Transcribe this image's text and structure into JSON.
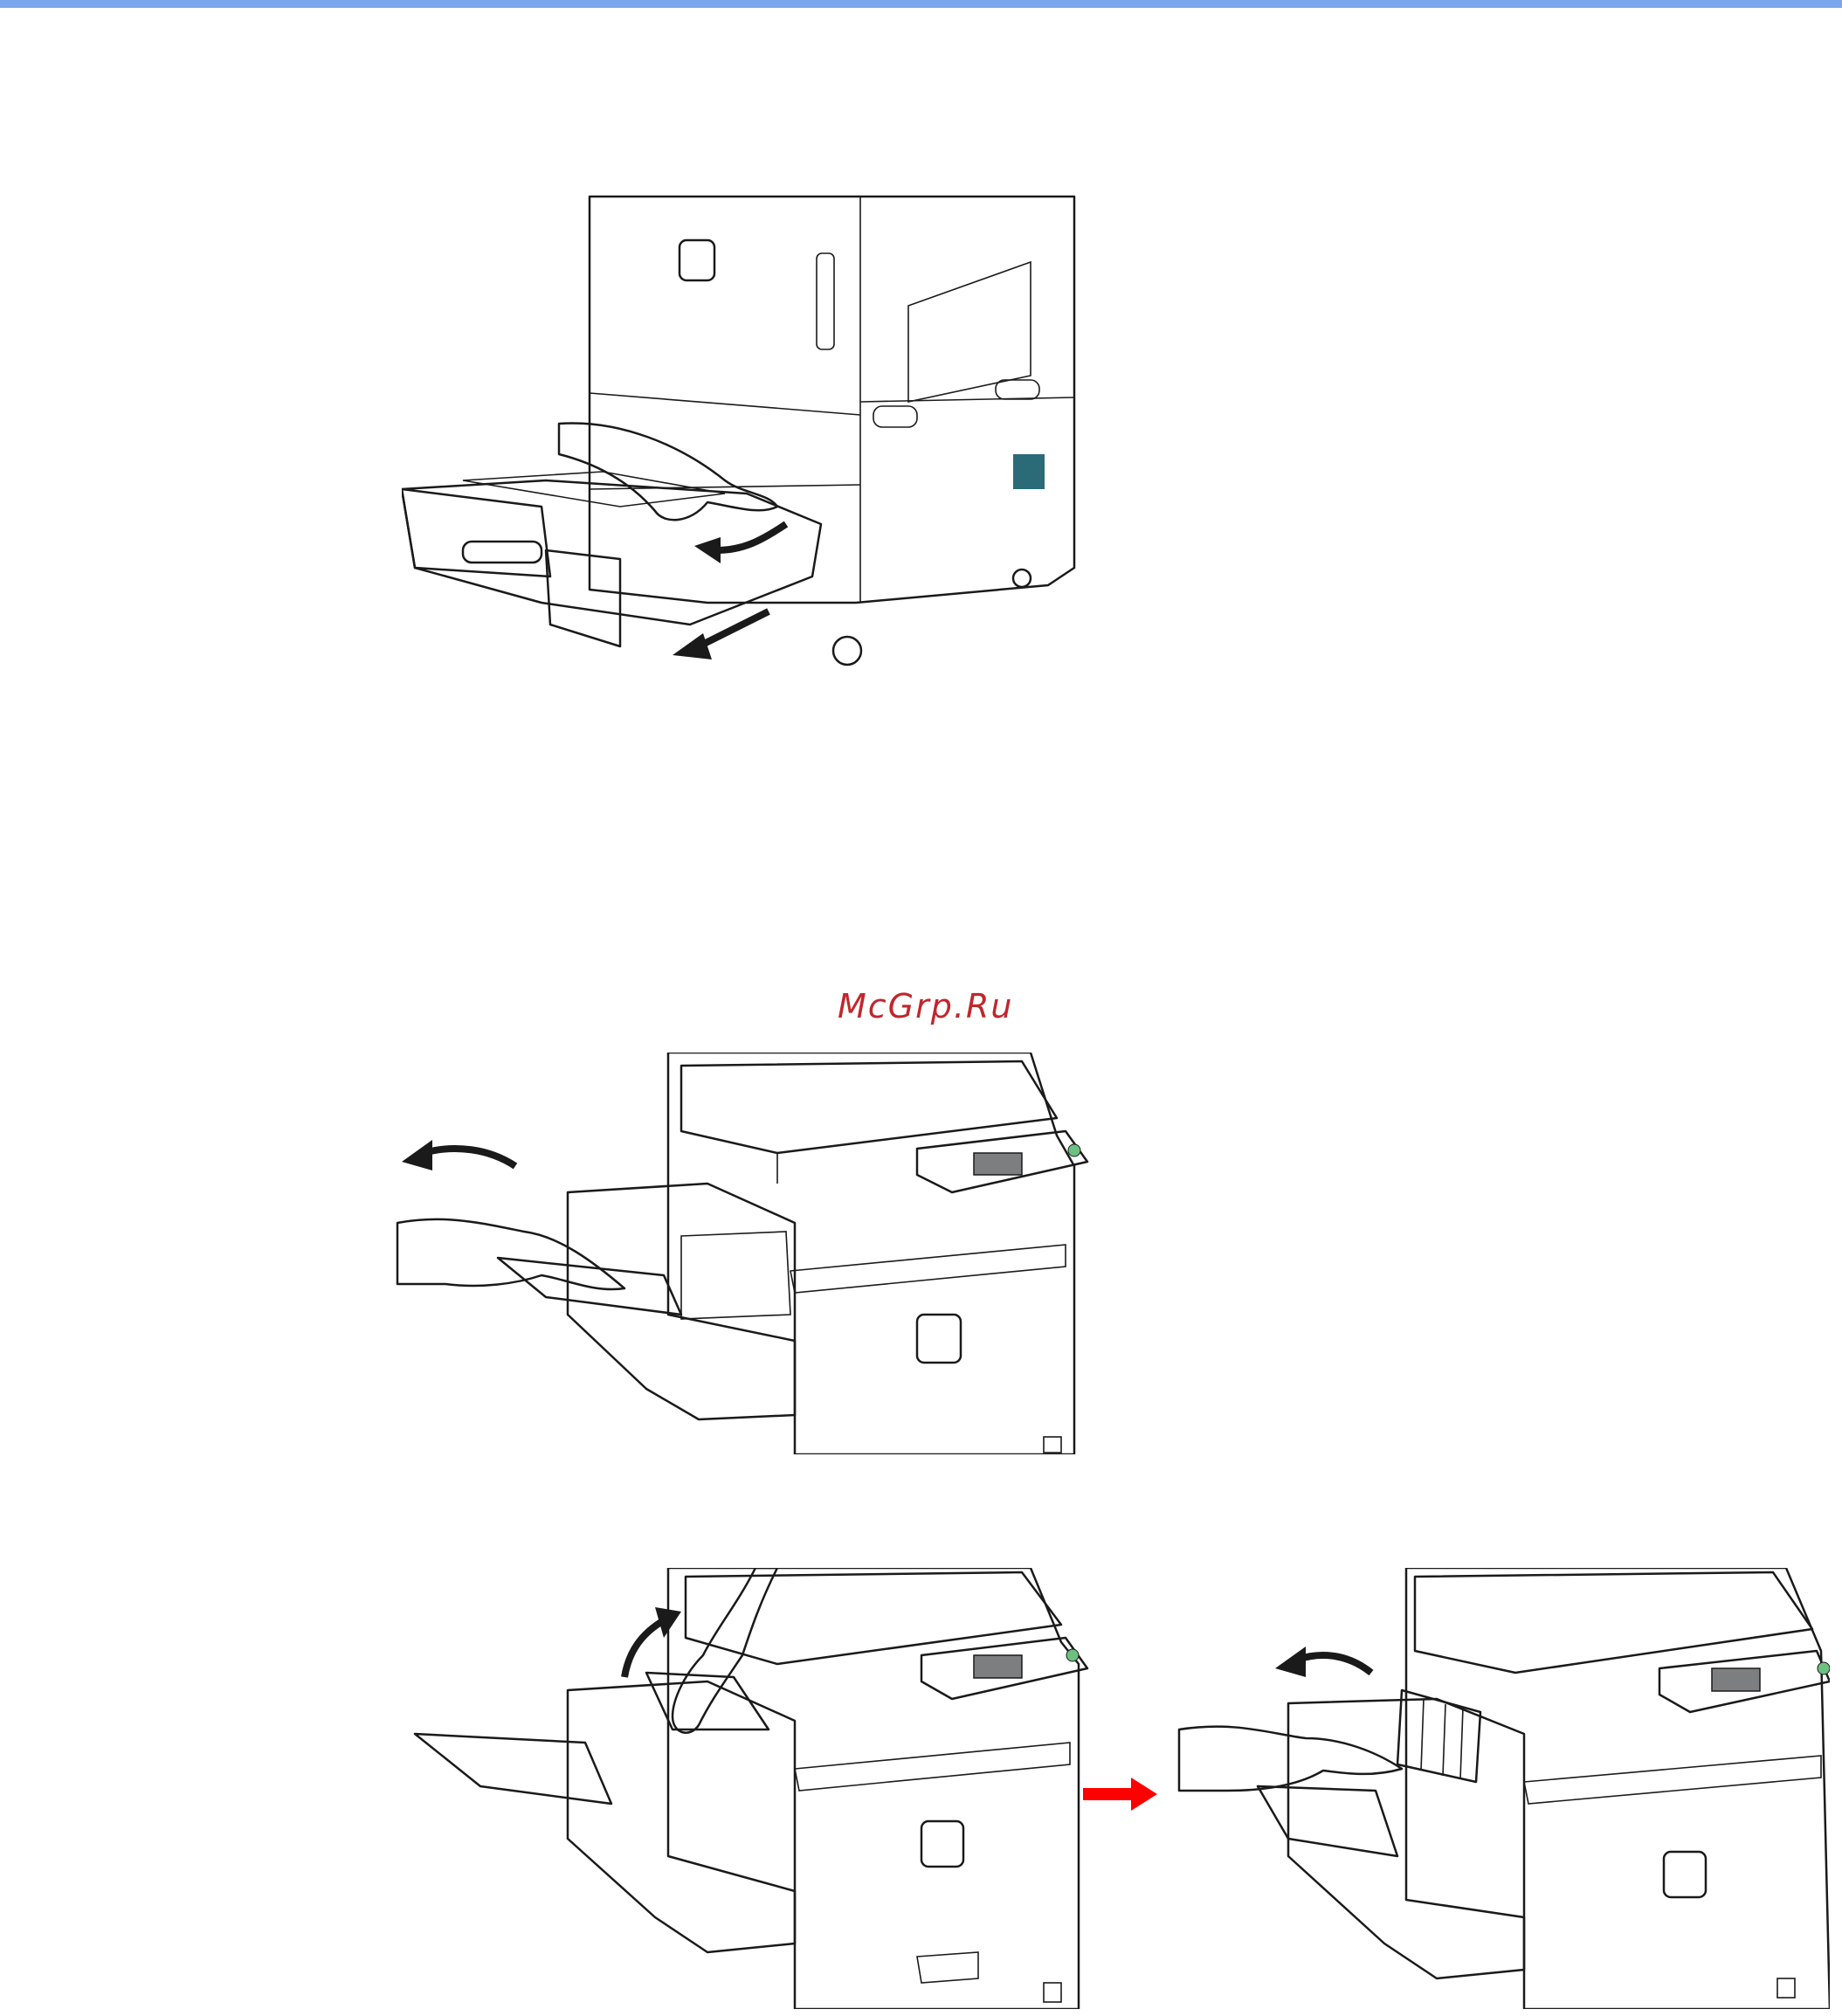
{
  "page": {
    "watermark": "McGrp.Ru",
    "colors": {
      "top_rule": "#7aa6ee",
      "watermark": "#c0272d",
      "machine_body": "#e3e4e6",
      "machine_dark": "#c9cacd",
      "tray_green": "#7ec8b0",
      "tray_pink": "#e8cfd2",
      "step_arrow": "#ff0000"
    }
  },
  "figures": [
    {
      "icon": "printer-paper-cassette-pull-out-illustration"
    },
    {
      "icon": "printer-finisher-tray-open-illustration"
    },
    {
      "icon": "printer-finisher-cover-lift-illustration"
    },
    {
      "icon": "next-step-arrow-icon"
    },
    {
      "icon": "printer-finisher-paper-removal-illustration"
    }
  ]
}
